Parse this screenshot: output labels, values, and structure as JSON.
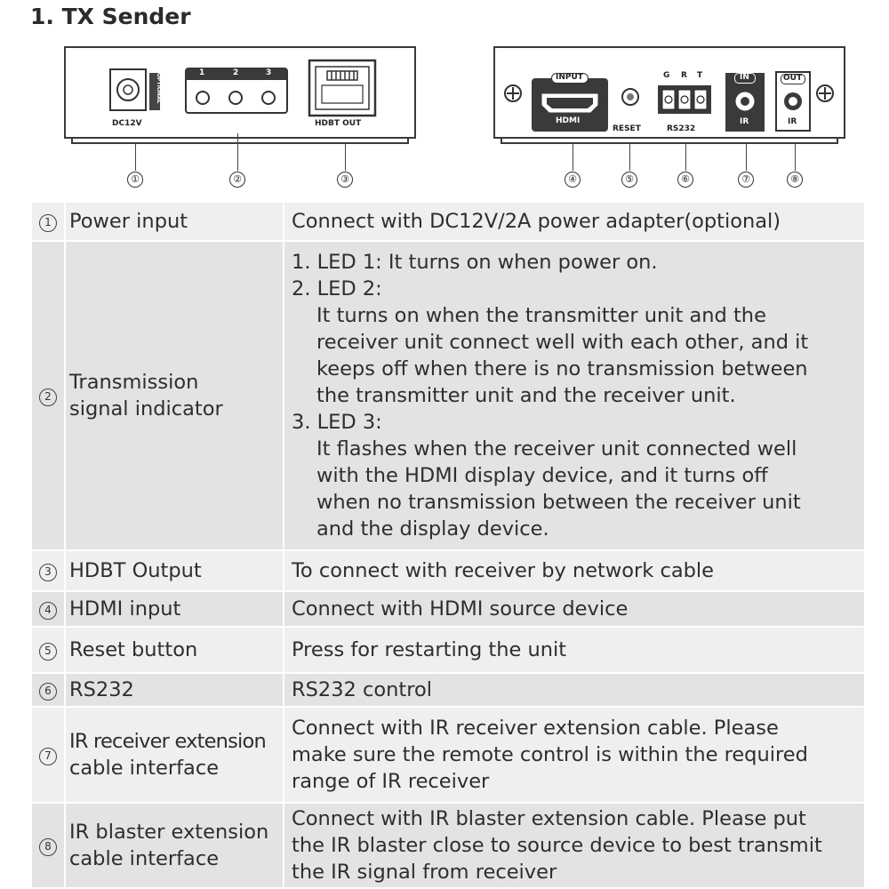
{
  "title": "1. TX Sender",
  "diagram": {
    "panel_left": {
      "dc_label": "DC12V",
      "dc_side_label": "OPTIONAL",
      "led_numbers": [
        "1",
        "2",
        "3"
      ],
      "hdbt_label": "HDBT OUT"
    },
    "panel_right": {
      "input_label": "INPUT",
      "hdmi_label": "HDMI",
      "reset_label": "RESET",
      "rs232_pins": [
        "G",
        "R",
        "T"
      ],
      "rs232_label": "RS232",
      "ir_in_top": "IN",
      "ir_in_bottom": "IR",
      "ir_out_top": "OUT",
      "ir_out_bottom": "IR"
    },
    "callouts": [
      "①",
      "②",
      "③",
      "④",
      "⑤",
      "⑥",
      "⑦",
      "⑧"
    ]
  },
  "table": {
    "rows": [
      {
        "num": "1",
        "feature": [
          "Power input"
        ],
        "description": [
          "Connect with DC12V/2A power adapter(optional)"
        ]
      },
      {
        "num": "2",
        "feature": [
          "Transmission",
          "signal indicator"
        ],
        "items": [
          {
            "head": "1. LED 1: It turns on when power on.",
            "sub": []
          },
          {
            "head": "2. LED 2:",
            "sub": [
              "It turns on when the transmitter unit and the",
              "receiver unit connect well with each other, and it",
              "keeps off when there is no transmission between",
              "the transmitter unit and the receiver unit."
            ]
          },
          {
            "head": "3. LED 3:",
            "sub": [
              "It flashes when the receiver unit connected well",
              "with the HDMI display device, and it turns off",
              "when no transmission between the receiver unit",
              "and the display device."
            ]
          }
        ]
      },
      {
        "num": "3",
        "feature": [
          "HDBT Output"
        ],
        "description": [
          "To connect with receiver by network cable"
        ]
      },
      {
        "num": "4",
        "feature": [
          "HDMI input"
        ],
        "description": [
          "Connect with HDMI source device"
        ]
      },
      {
        "num": "5",
        "feature": [
          "Reset button"
        ],
        "description": [
          "Press for restarting the unit"
        ]
      },
      {
        "num": "6",
        "feature": [
          "RS232"
        ],
        "description": [
          "RS232 control"
        ]
      },
      {
        "num": "7",
        "feature": [
          "IR receiver extension",
          "cable interface"
        ],
        "description": [
          "Connect with IR receiver extension cable. Please",
          "make sure the remote control is within the required",
          "range of IR receiver"
        ]
      },
      {
        "num": "8",
        "feature": [
          "IR blaster extension",
          "cable interface"
        ],
        "description": [
          "Connect with IR blaster extension cable. Please put",
          "the IR blaster close to source device to best transmit",
          "the IR signal from receiver"
        ]
      }
    ]
  }
}
